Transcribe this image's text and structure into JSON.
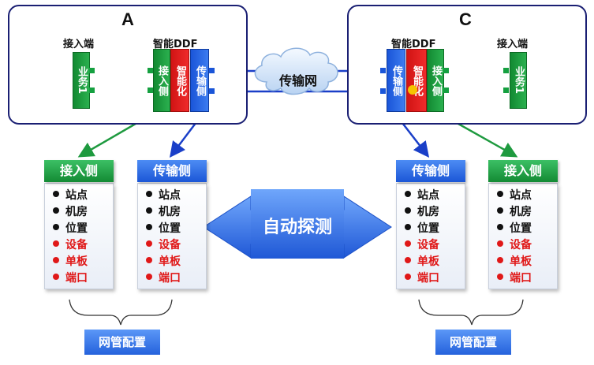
{
  "site_a": {
    "label": "A",
    "access_end_title": "接入端",
    "ddf_title": "智能DDF",
    "business": "业务1",
    "access_side": "接入侧",
    "smart": "智能化",
    "transport_side": "传输侧"
  },
  "site_c": {
    "label": "C",
    "access_end_title": "接入端",
    "ddf_title": "智能DDF",
    "business": "业务1",
    "access_side": "接入侧",
    "smart": "智能化",
    "transport_side": "传输侧"
  },
  "network": {
    "label": "传输网"
  },
  "center_arrow": {
    "label": "自动探测"
  },
  "cards": [
    {
      "title": "接入侧",
      "color": "#1e9a3f",
      "items": [
        "站点",
        "机房",
        "位置",
        "设备",
        "单板",
        "端口"
      ]
    },
    {
      "title": "传输侧",
      "color": "#2a66dd",
      "items": [
        "站点",
        "机房",
        "位置",
        "设备",
        "单板",
        "端口"
      ]
    },
    {
      "title": "传输侧",
      "color": "#2a66dd",
      "items": [
        "站点",
        "机房",
        "位置",
        "设备",
        "单板",
        "端口"
      ]
    },
    {
      "title": "接入侧",
      "color": "#1e9a3f",
      "items": [
        "站点",
        "机房",
        "位置",
        "设备",
        "单板",
        "端口"
      ]
    }
  ],
  "item_colors": {
    "location_items": "#111111",
    "equipment_items": "#e01818"
  },
  "network_management": [
    {
      "label": "网管配置"
    },
    {
      "label": "网管配置"
    }
  ]
}
